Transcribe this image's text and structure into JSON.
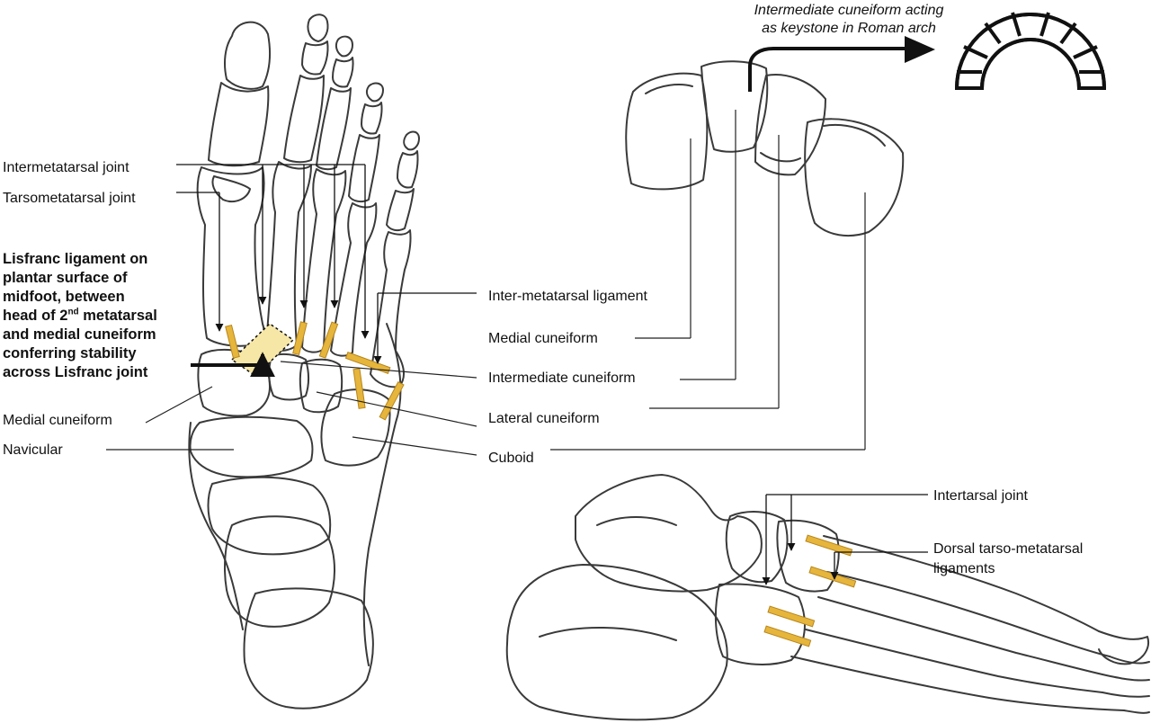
{
  "labels": {
    "intermetatarsal_joint": "Intermetatarsal joint",
    "tarsometatarsal_joint": "Tarsometatarsal joint",
    "lisfranc_line1": "Lisfranc ligament on",
    "lisfranc_line2": "plantar surface of",
    "lisfranc_line3": "midfoot, between",
    "lisfranc_line4_pre": "head of 2",
    "lisfranc_line4_sup": "nd",
    "lisfranc_line4_post": " metatarsal",
    "lisfranc_line5": "and medial cuneiform",
    "lisfranc_line6": "conferring stability",
    "lisfranc_line7": "across Lisfranc joint",
    "medial_cuneiform_left": "Medial cuneiform",
    "navicular": "Navicular",
    "inter_metatarsal_ligament": "Inter-metatarsal ligament",
    "medial_cuneiform_mid": "Medial cuneiform",
    "intermediate_cuneiform": "Intermediate cuneiform",
    "lateral_cuneiform": "Lateral cuneiform",
    "cuboid": "Cuboid",
    "keystone_line1": "Intermediate cuneiform acting",
    "keystone_line2": "as keystone in Roman arch",
    "intertarsal_joint": "Intertarsal joint",
    "dorsal_line1": "Dorsal tarso-metatarsal",
    "dorsal_line2": "ligaments"
  },
  "colors": {
    "ligament": "#e6b53c",
    "lisfranc_highlight": "#f7e7a6",
    "outline": "#3a3a3a"
  }
}
